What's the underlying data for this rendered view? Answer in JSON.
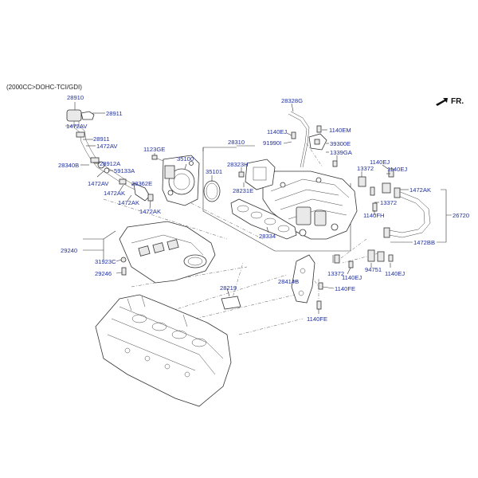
{
  "header": {
    "variant": "(2000CC>DOHC-TCI/GDI)"
  },
  "direction": {
    "label": "FR."
  },
  "parts": {
    "p28910": "28910",
    "p28911a": "28911",
    "p1472AVa": "1472AV",
    "p28911b": "28911",
    "p1472AVb": "1472AV",
    "p28340B": "28340B",
    "p28912A": "28912A",
    "p59133A": "59133A",
    "p1472AVc": "1472AV",
    "p28362E": "28362E",
    "p1472AKa": "1472AK",
    "p1472AKb": "1472AK",
    "p1472AKc": "1472AK",
    "p1123GE": "1123GE",
    "p35100": "35100",
    "p35101": "35101",
    "p28310": "28310",
    "p28323H": "28323H",
    "p28231E": "28231E",
    "p28334": "28334",
    "p28328G": "28328G",
    "p1140EJa": "1140EJ",
    "p1140EM": "1140EM",
    "p91990I": "91990I",
    "p39300E": "39300E",
    "p1339GA": "1339GA",
    "p13372a": "13372",
    "p1140EJb": "1140EJ",
    "p1140EJc": "1140EJ",
    "p13372b": "13372",
    "p1140FH": "1140FH",
    "p1472AKd": "1472AK",
    "p26720": "26720",
    "p1472BB": "1472BB",
    "p29240": "29240",
    "p31923C": "31923C",
    "p29246": "29246",
    "p28219": "28219",
    "p28414B": "28414B",
    "p13372c": "13372",
    "p1140EJd": "1140EJ",
    "p94751": "94751",
    "p1140EJe": "1140EJ",
    "p1140FEa": "1140FE",
    "p1140FEb": "1140FE"
  }
}
